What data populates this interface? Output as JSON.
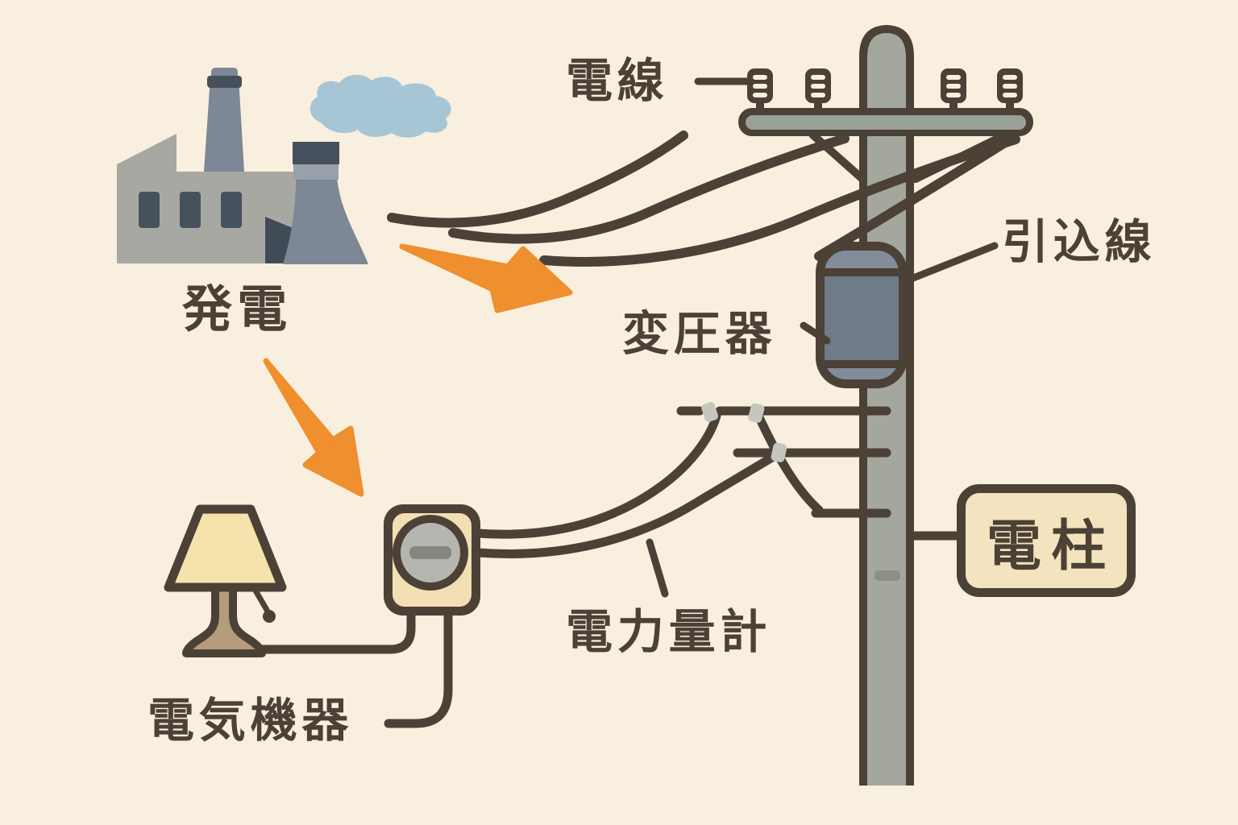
{
  "diagram": {
    "labels": {
      "power_line": "電線",
      "service_drop": "引込線",
      "transformer": "変圧器",
      "utility_pole": "電柱",
      "watt_hour_meter": "電力量計",
      "electric_appliances": "電気機器",
      "power_generation": "発電"
    },
    "colors": {
      "background": "#f8efde",
      "outline_and_text": "#4c4136",
      "arrow_orange": "#ef8f2e",
      "pole_gray": "#a4a79e",
      "crossarm_gray": "#99a098",
      "transformer_slate": "#76808e",
      "meter_box_beige": "#f3dfb4",
      "meter_dial_gray": "#b5b6b0",
      "label_box_beige": "#f3e3bf",
      "lamp_shade_yellow": "#f6e3ac",
      "lamp_base_tan": "#b59c7d",
      "factory_gray": "#a8a8a3",
      "factory_dark": "#45505c",
      "chimney_gray": "#7d8795",
      "smoke_blue": "#a6c6d6",
      "clamp_gray": "#c6c6be"
    }
  }
}
